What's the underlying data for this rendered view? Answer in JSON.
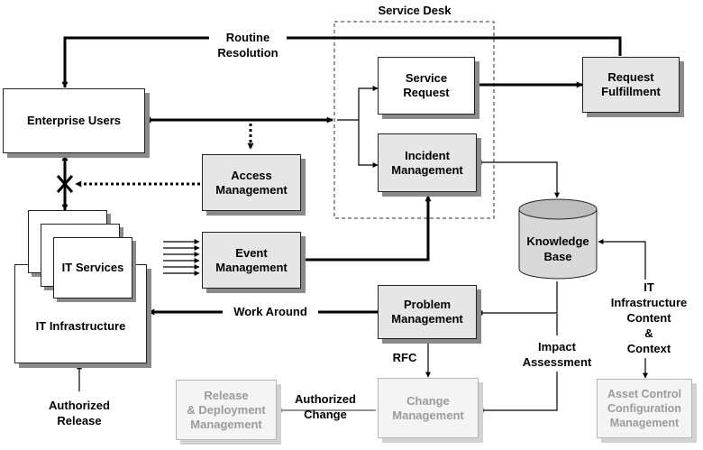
{
  "service_desk_title": "Service Desk",
  "nodes": {
    "enterprise_users": "Enterprise Users",
    "service_request": "Service\nRequest",
    "request_fulfillment": "Request\nFulfillment",
    "incident_management": "Incident\nManagement",
    "access_management": "Access\nManagement",
    "event_management": "Event\nManagement",
    "it_services": "IT Services",
    "it_infrastructure": "IT Infrastructure",
    "knowledge_base": "Knowledge\nBase",
    "problem_management": "Problem\nManagement",
    "change_management": "Change\nManagement",
    "release_deployment": "Release\n& Deployment\nManagement",
    "asset_control": "Asset Control\nConfiguration\nManagement"
  },
  "labels": {
    "routine_resolution": "Routine\nResolution",
    "work_around": "Work Around",
    "rfc": "RFC",
    "impact_assessment": "Impact\nAssessment",
    "authorized_change": "Authorized\nChange",
    "authorized_release": "Authorized\nRelease",
    "it_infrastructure_content": "IT\nInfrastructure\nContent\n&\nContext"
  },
  "colors": {
    "line": "#000000",
    "box_fill": "#e6e6e6",
    "faded_text": "#9b9b9b",
    "shadow": "#8a8a8a"
  }
}
